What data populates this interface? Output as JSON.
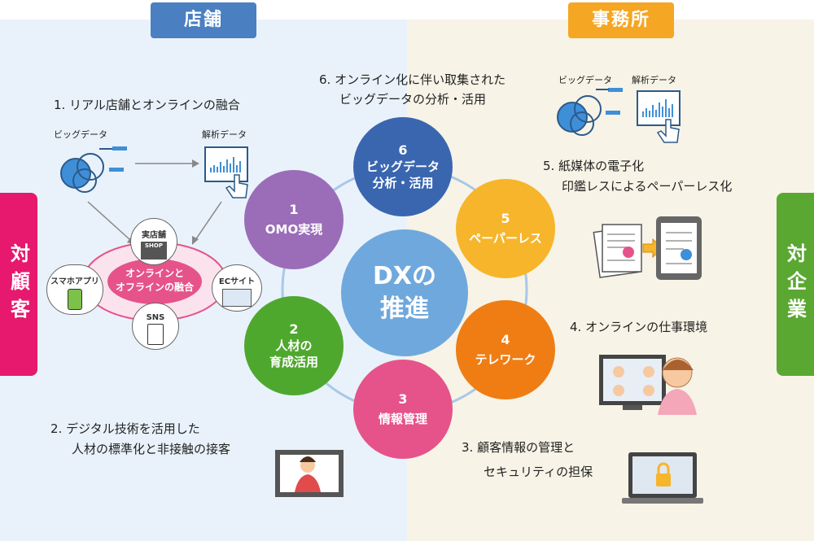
{
  "tags": {
    "store": "店舗",
    "office": "事務所"
  },
  "sides": {
    "customer": "対顧客",
    "enterprise": "対企業"
  },
  "center": {
    "line1": "DXの",
    "line2": "推進"
  },
  "nodes": [
    {
      "num": "1",
      "label1": "OMO実現",
      "label2": "",
      "color": "#9b6db8"
    },
    {
      "num": "2",
      "label1": "人材の",
      "label2": "育成活用",
      "color": "#4fa82e"
    },
    {
      "num": "3",
      "label1": "情報管理",
      "label2": "",
      "color": "#e5538a"
    },
    {
      "num": "4",
      "label1": "テレワーク",
      "label2": "",
      "color": "#ef7d14"
    },
    {
      "num": "5",
      "label1": "ペーパーレス",
      "label2": "",
      "color": "#f7b52b"
    },
    {
      "num": "6",
      "label1": "ビッグデータ",
      "label2": "分析・活用",
      "color": "#3a66b0"
    }
  ],
  "captions": {
    "c1": "1. リアル店舗とオンラインの融合",
    "c2_line1": "2. デジタル技術を活用した",
    "c2_line2": "人材の標準化と非接触の接客",
    "c3_line1": "3. 顧客情報の管理と",
    "c3_line2": "セキュリティの担保",
    "c4": "4. オンラインの仕事環境",
    "c5_line1": "5. 紙媒体の電子化",
    "c5_line2": "印鑑レスによるペーパーレス化",
    "c6_line1": "6. オンライン化に伴い取集された",
    "c6_line2": "ビッグデータの分析・活用"
  },
  "omo": {
    "bigdata": "ビッグデータ",
    "analysis": "解析データ",
    "center_line1": "オンラインと",
    "center_line2": "オフラインの融合",
    "store": "実店舗",
    "shop_sign": "SHOP",
    "smartphone": "スマホアプリ",
    "ec": "ECサイト",
    "sns": "SNS"
  },
  "office_bigdata": {
    "bigdata": "ビッグデータ",
    "analysis": "解析データ"
  },
  "colors": {
    "store_blue": "#4a7fc1",
    "office_orange": "#f5a623",
    "customer_pink": "#e6196e",
    "enterprise_green": "#5aa832",
    "center_blue": "#6fa8dc"
  }
}
